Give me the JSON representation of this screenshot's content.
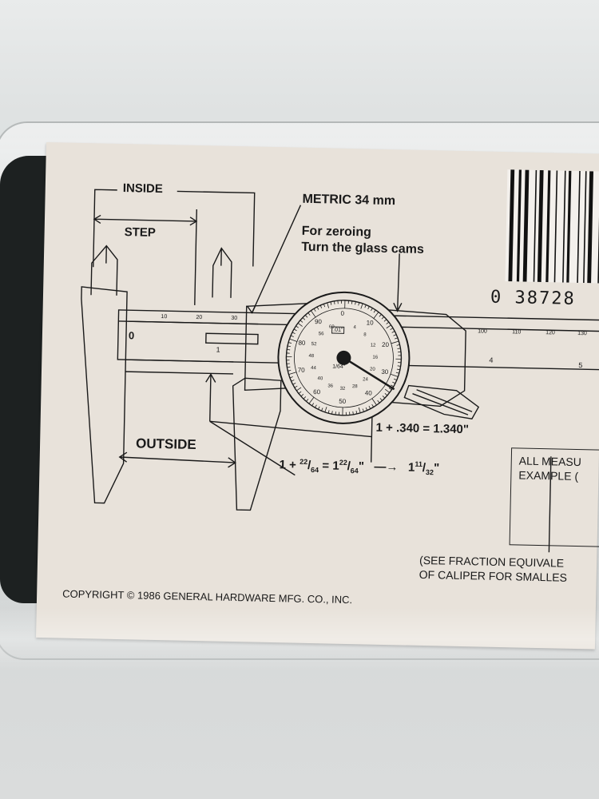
{
  "labels": {
    "inside": "INSIDE",
    "step": "STEP",
    "outside": "OUTSIDE",
    "metric": "METRIC 34 mm",
    "zeroing_line1": "For zeroing",
    "zeroing_line2": "Turn the glass cams",
    "dial_reading": "1 + .340 = 1.340\"",
    "fraction_reading": {
      "lead": "1 + ",
      "n1": "22",
      "d1": "64",
      "mid": " = 1",
      "n2": "22",
      "d2": "64",
      "arrow": "—→",
      "whole": "1",
      "n3": "11",
      "d3": "32"
    },
    "box_line1": "ALL MEASU",
    "box_line2": "EXAMPLE (",
    "see_line1": "(SEE FRACTION EQUIVALE",
    "see_line2": "OF CALIPER FOR SMALLES",
    "copyright": "COPYRIGHT © 1986 GENERAL HARDWARE MFG. CO., INC.",
    "barcode_number": "0  38728"
  },
  "scale": {
    "main_zero": "0",
    "main_ticks": [
      "10",
      "20",
      "30"
    ],
    "beam_ticks": [
      "100",
      "110",
      "120",
      "130"
    ],
    "vernier_marks": [
      "1",
      "4",
      "5"
    ]
  },
  "dial": {
    "center_label": "1/64\"",
    "unit_label": ".01\"",
    "outer_numbers": [
      "0",
      "10",
      "20",
      "30",
      "40",
      "50",
      "60",
      "70",
      "80",
      "90"
    ],
    "inner_numbers": [
      "4",
      "8",
      "12",
      "16",
      "20",
      "24",
      "28",
      "32",
      "36",
      "40",
      "44",
      "48",
      "52",
      "56",
      "60"
    ]
  }
}
